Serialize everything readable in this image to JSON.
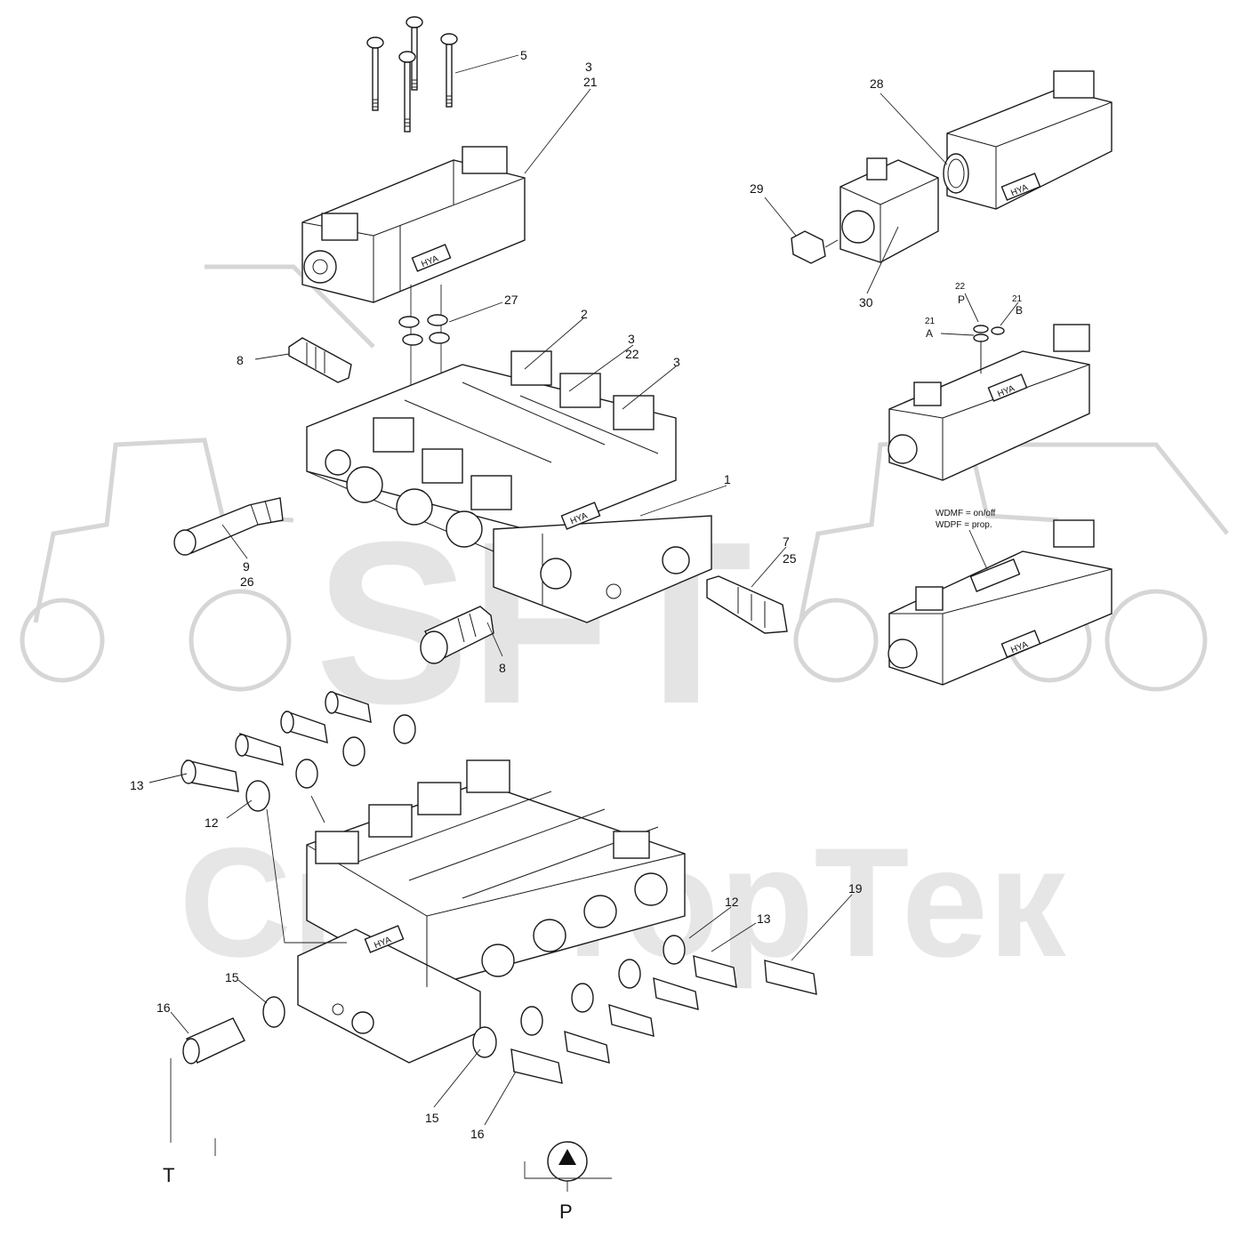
{
  "watermark": {
    "logo_text": "SFT",
    "company_text": "СканторТек"
  },
  "callouts": {
    "c5": "5",
    "c3_top": "3",
    "c21_top": "21",
    "c27": "27",
    "c2": "2",
    "c3_mid": "3",
    "c22_mid": "22",
    "c3_right": "3",
    "c8_left": "8",
    "c1": "1",
    "c7": "7",
    "c25": "25",
    "c9": "9",
    "c26": "26",
    "c8_bottom": "8",
    "c28": "28",
    "c29": "29",
    "c30": "30",
    "c13_left": "13",
    "c12_left": "12",
    "c12_right": "12",
    "c13_right": "13",
    "c19": "19",
    "c15_left": "15",
    "c16_left": "16",
    "c15_bottom": "15",
    "c16_bottom": "16"
  },
  "port_detail": {
    "p_num": "22",
    "p_letter": "P",
    "b_num": "21",
    "b_letter": "B",
    "a_num": "21",
    "a_letter": "A"
  },
  "valve_note": {
    "line1": "WDMF = on/off",
    "line2": "WDPF = prop."
  },
  "nameplate_text": "HYA",
  "symbols": {
    "tank": "T",
    "pressure": "P"
  }
}
